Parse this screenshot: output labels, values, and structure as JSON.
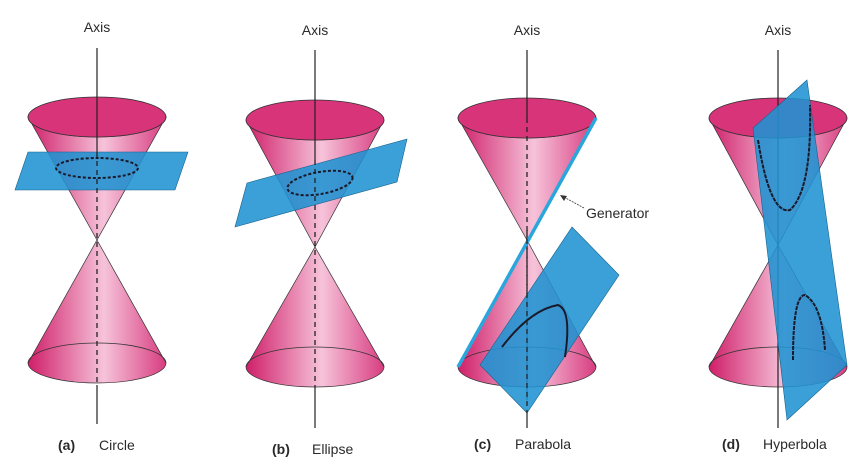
{
  "panels": [
    {
      "axis_label": "Axis",
      "tag": "(a)",
      "name": "Circle"
    },
    {
      "axis_label": "Axis",
      "tag": "(b)",
      "name": "Ellipse"
    },
    {
      "axis_label": "Axis",
      "tag": "(c)",
      "name": "Parabola",
      "annotation": "Generator"
    },
    {
      "axis_label": "Axis",
      "tag": "(d)",
      "name": "Hyperbola"
    }
  ],
  "colors": {
    "cone": "#d4246f",
    "cone_light": "#f5c0d8",
    "plane": "#1f93d2",
    "generator": "#2ba6dc"
  }
}
